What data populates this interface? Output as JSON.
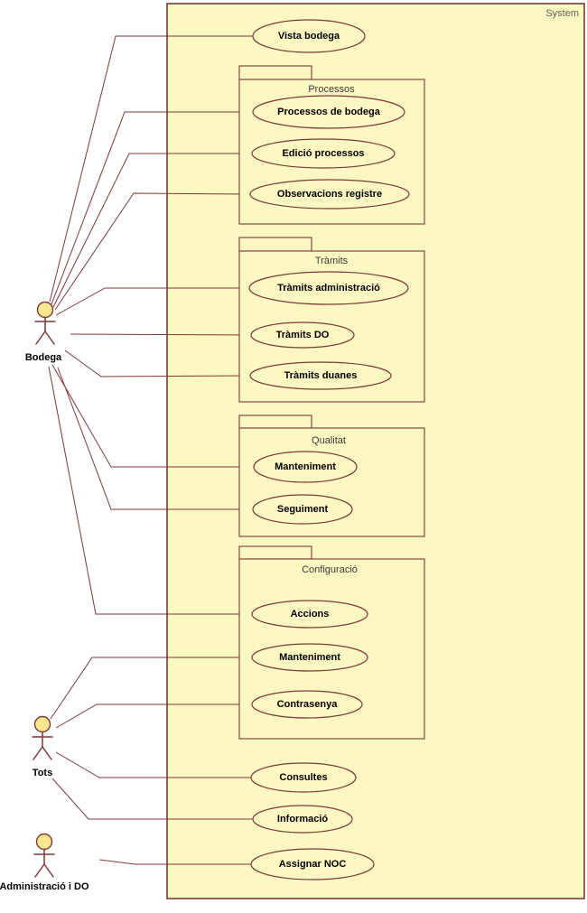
{
  "diagram": {
    "type": "uml-use-case-diagram",
    "system_label": "System",
    "actors": [
      {
        "name": "Bodega"
      },
      {
        "name": "Tots"
      },
      {
        "name": "Administració i DO"
      }
    ],
    "packages": [
      {
        "title": "Processos",
        "use_cases": [
          "Processos de bodega",
          "Edició processos",
          "Observacions registre"
        ]
      },
      {
        "title": "Tràmits",
        "use_cases": [
          "Tràmits administració",
          "Tràmits DO",
          "Tràmits duanes"
        ]
      },
      {
        "title": "Qualitat",
        "use_cases": [
          "Manteniment",
          "Seguiment"
        ]
      },
      {
        "title": "Configuració",
        "use_cases": [
          "Accions",
          "Manteniment",
          "Contrasenya"
        ]
      }
    ],
    "free_use_cases": [
      "Vista bodega",
      "Consultes",
      "Informació",
      "Assignar NOC"
    ],
    "associations": [
      [
        "Bodega",
        "Vista bodega"
      ],
      [
        "Bodega",
        "Processos de bodega"
      ],
      [
        "Bodega",
        "Edició processos"
      ],
      [
        "Bodega",
        "Observacions registre"
      ],
      [
        "Bodega",
        "Tràmits administració"
      ],
      [
        "Bodega",
        "Tràmits DO"
      ],
      [
        "Bodega",
        "Tràmits duanes"
      ],
      [
        "Bodega",
        "Manteniment (Qualitat)"
      ],
      [
        "Bodega",
        "Seguiment"
      ],
      [
        "Bodega",
        "Accions"
      ],
      [
        "Tots",
        "Manteniment (Configuració)"
      ],
      [
        "Tots",
        "Contrasenya"
      ],
      [
        "Tots",
        "Consultes"
      ],
      [
        "Tots",
        "Informació"
      ],
      [
        "Administració i DO",
        "Assignar NOC"
      ]
    ],
    "colors": {
      "stroke": "#7d3939",
      "shape_fill": "#fbf8c2",
      "actor_head_fill": "#f9e88f",
      "label_color": "#000000",
      "package_title_color": "#3a3a3a",
      "system_label_color": "#5f5f5f",
      "page_bg": "#ffffff"
    }
  }
}
